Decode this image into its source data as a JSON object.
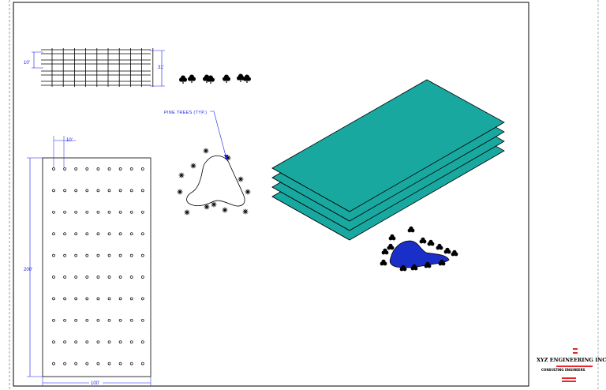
{
  "drawing": {
    "section": {
      "dim_left": "10'",
      "dim_right": "31'"
    },
    "plan": {
      "dim_spacing": "10'",
      "dim_height": "200'",
      "dim_width": "100'",
      "rows": 10,
      "cols": 9
    },
    "callout": {
      "label": "PINE TREES (TYP.)"
    },
    "iso": {
      "plate_color": "#19a8a0",
      "layers": 4
    },
    "pond": {
      "fill_color": "#1a2ec8"
    },
    "title_block": {
      "company": "XYZ ENGINEERING INC.",
      "subtitle": "CONSULTING ENGINEERS",
      "accent_color": "#e8262c"
    }
  }
}
